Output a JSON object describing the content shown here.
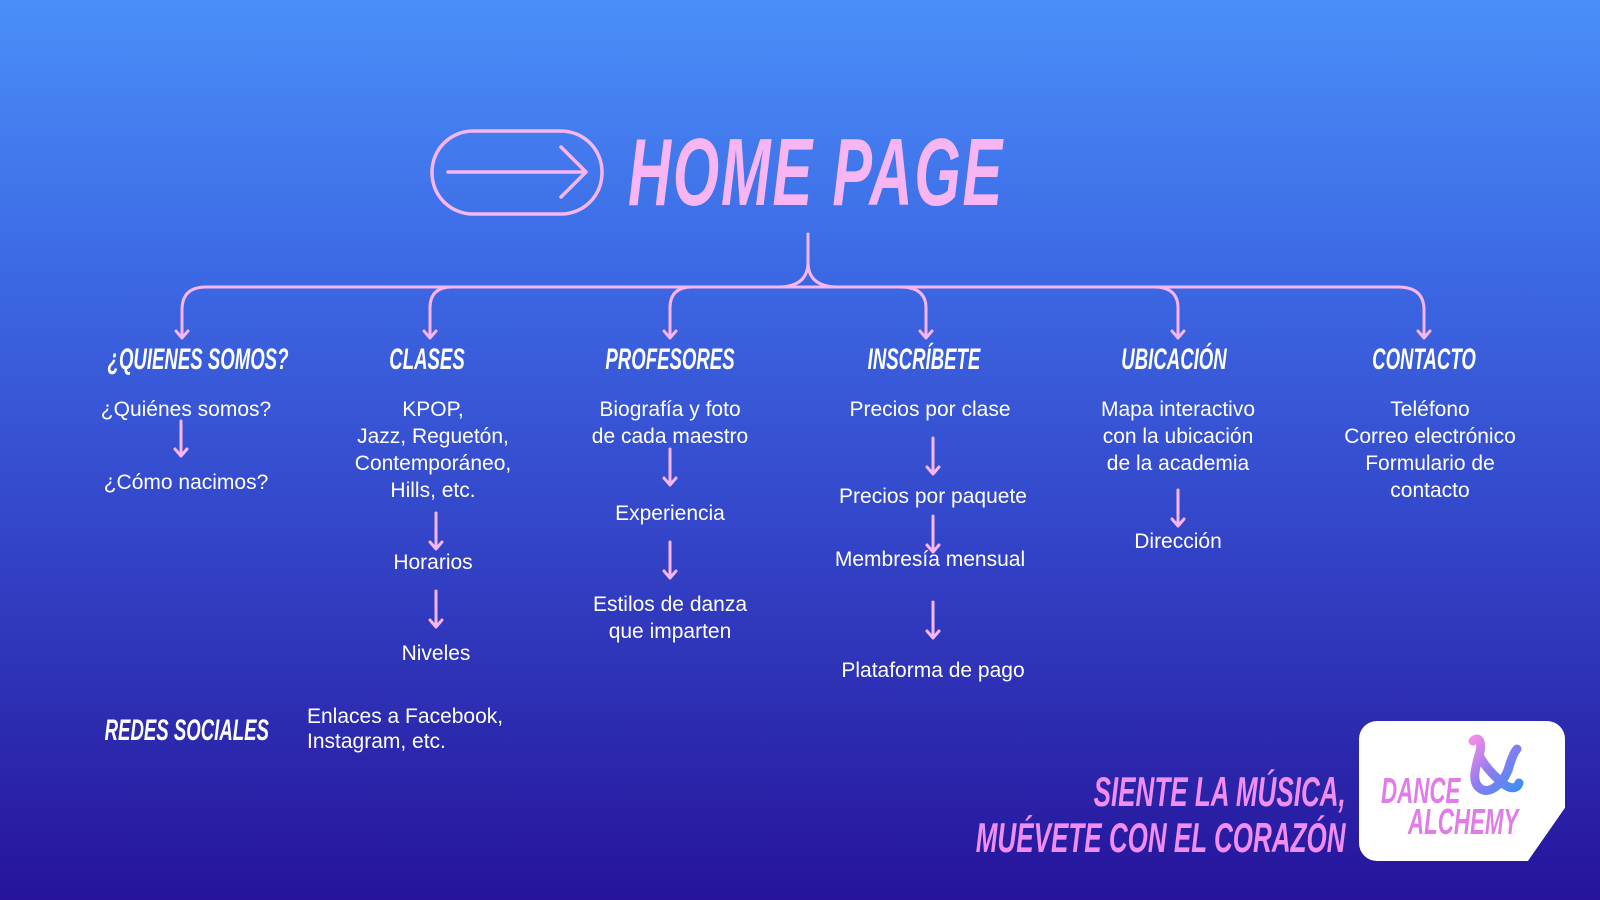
{
  "title": "HOME PAGE",
  "colors": {
    "accent": "#f7b6f3",
    "text": "#ffffff",
    "tagline": "#f08df0",
    "bg_top": "#4a8ff8",
    "bg_bottom": "#26149a"
  },
  "sections": [
    {
      "heading": "¿QUIENES SOMOS?",
      "items": [
        "¿Quiénes somos?",
        "¿Cómo nacimos?"
      ]
    },
    {
      "heading": "CLASES",
      "items": [
        "KPOP,\nJazz, Reguetón,\nContemporáneo,\nHills, etc.",
        "Horarios",
        "Niveles"
      ]
    },
    {
      "heading": "PROFESORES",
      "items": [
        "Biografía y foto\nde cada maestro",
        "Experiencia",
        "Estilos de danza\nque imparten"
      ]
    },
    {
      "heading": "INSCRÍBETE",
      "items": [
        "Precios por clase",
        "Precios por paquete",
        "Membresía mensual",
        "Plataforma de pago"
      ]
    },
    {
      "heading": "UBICACIÓN",
      "items": [
        "Mapa interactivo\ncon la ubicación\nde la academia",
        "Dirección"
      ]
    },
    {
      "heading": "CONTACTO",
      "items": [
        "Teléfono\nCorreo electrónico\nFormulario de\ncontacto"
      ]
    }
  ],
  "social": {
    "heading": "REDES SOCIALES",
    "text": "Enlaces a Facebook,\nInstagram, etc."
  },
  "tagline": {
    "line1": "SIENTE LA MÚSICA,",
    "line2": "MUÉVETE CON EL CORAZÓN"
  },
  "logo": {
    "line1": "DANCE",
    "line2": "ALCHEMY"
  }
}
